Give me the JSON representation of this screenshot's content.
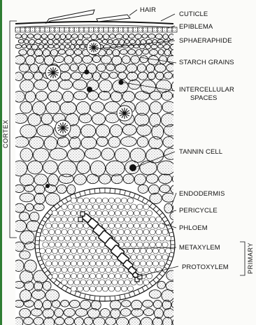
{
  "labels": {
    "hair": "HAIR",
    "cuticle": "CUTICLE",
    "epiblema": "EPIBLEMA",
    "sphaeraphide": "SPHAERAPHIDE",
    "starch_grains": "STARCH GRAINS",
    "intercellular_line1": "INTERCELLULAR",
    "intercellular_line2": "SPACES",
    "tannin_cell": "TANNIN CELL",
    "endodermis": "ENDODERMIS",
    "pericycle": "PERICYCLE",
    "phloem": "PHLOEM",
    "metaxylem": "METAXYLEM",
    "protoxylem": "PROTOXYLEM",
    "cortex": "CORTEX",
    "primary": "PRIMARY"
  },
  "colors": {
    "ink": "#111111",
    "paper": "#fbfbf9",
    "accent_bar": "#2e7d32"
  }
}
